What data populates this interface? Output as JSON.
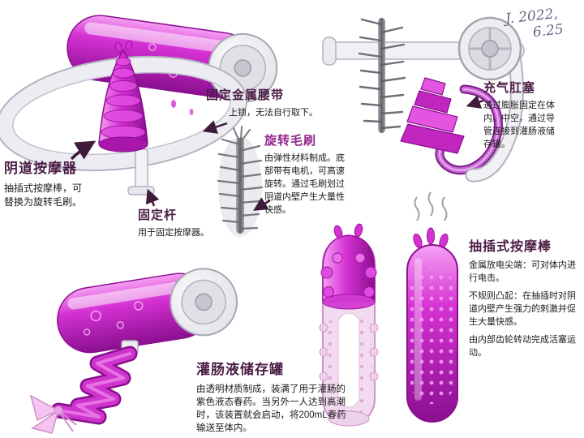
{
  "signature": {
    "line1": "J. 2022,",
    "line2": "6.25"
  },
  "colors": {
    "heading": "#4a1c45",
    "heading_bright": "#93278b",
    "body_text": "#1c1c1c",
    "magenta": "#cc2ec8",
    "arrow": "#3f1a3a",
    "metal": "#d8d8de"
  },
  "annotations": {
    "waistband": {
      "title": "固定金属腰带",
      "body": "上锁，无法自行取下。"
    },
    "vaginal_massager": {
      "title": "阴道按摩器",
      "body": "抽插式按摩棒，可替换为旋转毛刷。"
    },
    "fixing_rod": {
      "title": "固定杆",
      "body": "用于固定按摩器。"
    },
    "rotating_brush": {
      "title": "旋转毛刷",
      "body": "由弹性材料制成。底部带有电机，可高速旋转。通过毛刷划过阴道内壁产生大量性快感。"
    },
    "inflatable_plug": {
      "title": "充气肛塞",
      "body": "通过膨胀固定在体内。中空，通过导管连接到灌肠液储存罐。"
    },
    "thrusting_rod": {
      "title": "抽插式按摩棒",
      "body1": "金属放电尖端：可对体内进行电击。",
      "body2": "不规则凸起：在抽插时对阴道内壁产生强力的刺激并促生大量快感。",
      "body3": "由内部齿轮转动完成活塞运动。"
    },
    "enema_tank": {
      "title": "灌肠液储存罐",
      "body": "由透明材质制成，装满了用于灌肠的紫色液态春药。当另外一人达到高潮时，该装置就会启动，将200mL春药输送至体内。"
    }
  }
}
